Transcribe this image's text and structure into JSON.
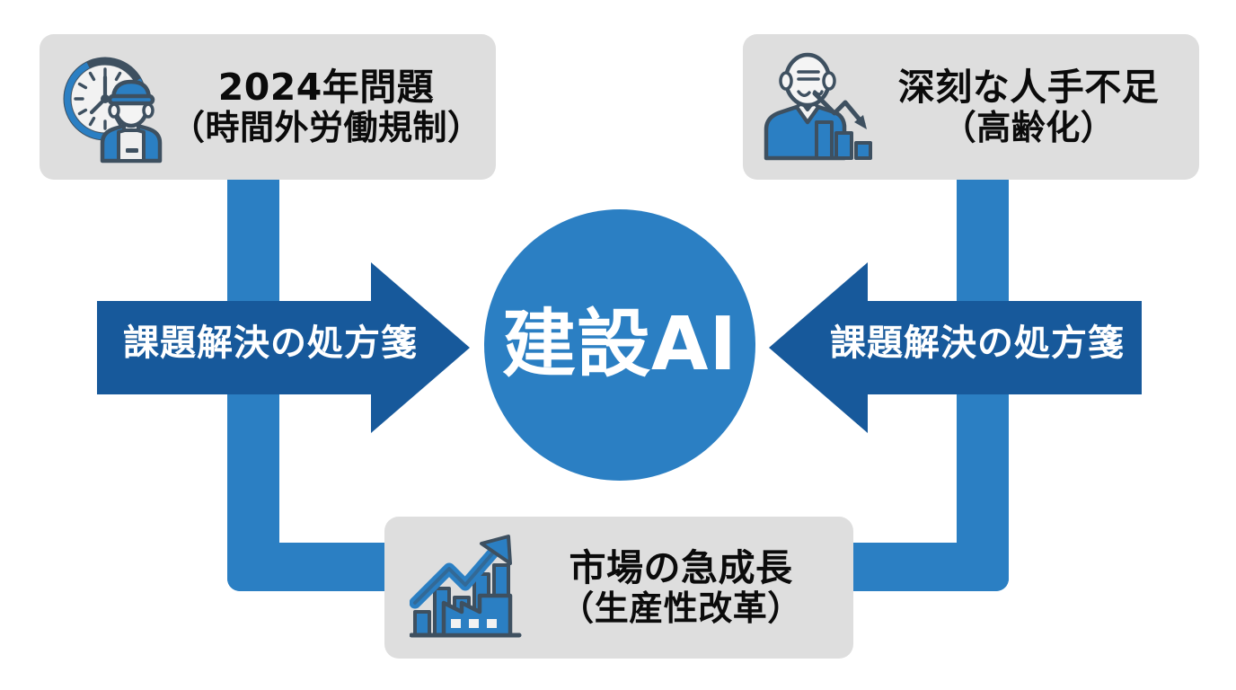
{
  "diagram": {
    "center": {
      "label": "建設AI",
      "shape": "circle",
      "fill_color": "#2B7FC3",
      "text_color": "#FFFFFF"
    },
    "boxes": [
      {
        "id": "box-top-left",
        "position": "top-left",
        "icon_name": "clock-worker-icon",
        "line1": "2024年問題",
        "line2": "（時間外労働規制）",
        "fill_color": "#DEDEDE",
        "text_color": "#0B0B0B"
      },
      {
        "id": "box-top-right",
        "position": "top-right",
        "icon_name": "elderly-person-declining-chart-icon",
        "line1": "深刻な人手不足",
        "line2": "（高齢化）",
        "fill_color": "#DEDEDE",
        "text_color": "#0B0B0B"
      },
      {
        "id": "box-bottom",
        "position": "bottom-center",
        "icon_name": "growth-arrow-factory-icon",
        "line1": "市場の急成長",
        "line2": "（生産性改革）",
        "fill_color": "#DEDEDE",
        "text_color": "#0B0B0B"
      }
    ],
    "arrows": [
      {
        "id": "arrow-left",
        "direction": "right",
        "caption": "課題解決の処方箋",
        "fill_color": "#17599B",
        "text_color": "#FFFFFF"
      },
      {
        "id": "arrow-right",
        "direction": "left",
        "caption": "課題解決の処方箋",
        "fill_color": "#17599B",
        "text_color": "#FFFFFF"
      }
    ],
    "connectors": {
      "color": "#2B7FC3",
      "paths": [
        "top-left-box to bottom-center-box",
        "top-right-box to bottom-center-box"
      ]
    },
    "background_color": "#FFFFFF"
  }
}
